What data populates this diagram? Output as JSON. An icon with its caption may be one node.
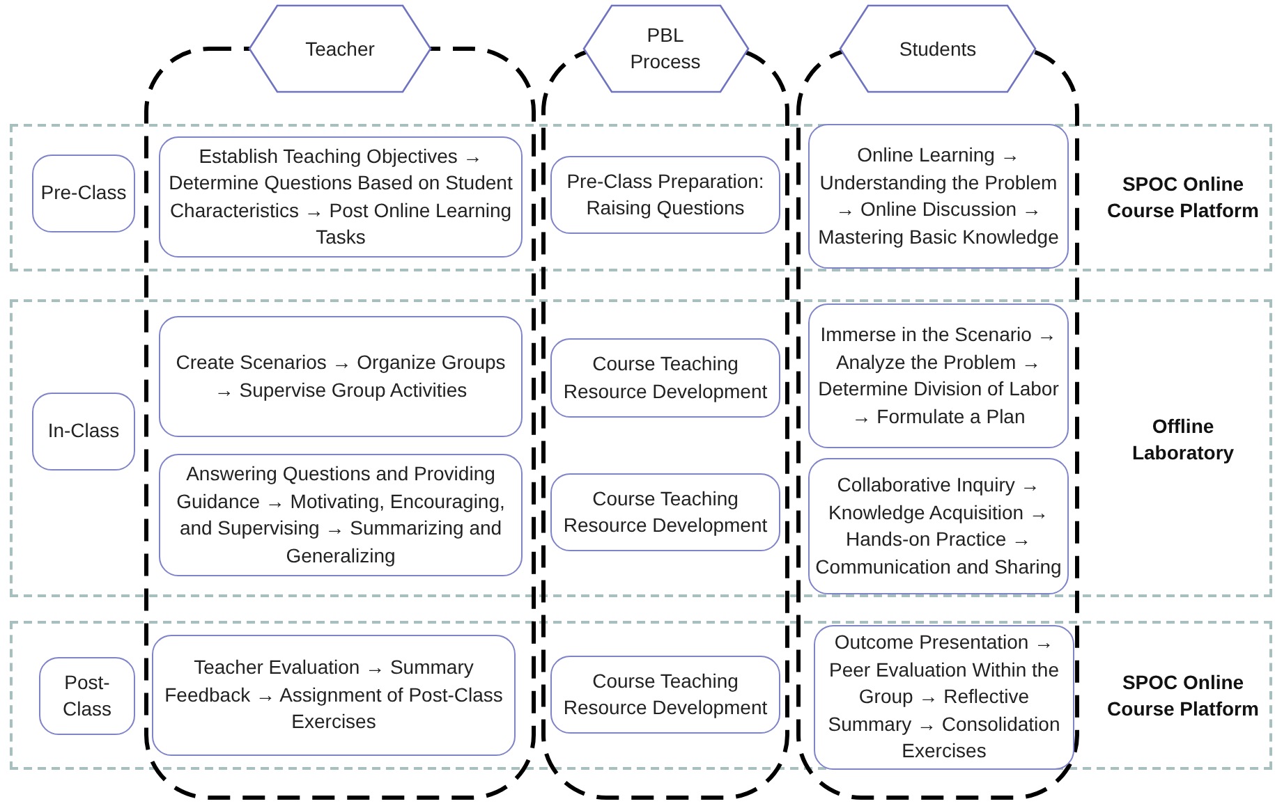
{
  "diagram": {
    "nodes": [
      {
        "text": [
          "Teacher"
        ]
      },
      {
        "text": [
          "PBL Process"
        ]
      },
      {
        "text": [
          "Students"
        ]
      },
      {
        "text": [
          "Pre-Class"
        ]
      },
      {
        "text": [
          "Establish Teaching Objectives → Determine Questions Based on Student Characteristics → Post Online Learning Tasks"
        ],
        "in": 0
      },
      {
        "text": [
          "Pre-Class Preparation: Raising Questions"
        ],
        "in": 1
      },
      {
        "text": [
          "Online Learning → Understanding the Problem → Online Discussion → Mastering Basic Knowledge"
        ],
        "in": 2
      },
      {
        "text": [
          "In-Class"
        ]
      },
      {
        "text": [
          "Create Scenarios → Organize Groups → Supervise Group Activities"
        ],
        "in": 0
      },
      {
        "text": [
          "Course Teaching Resource Development"
        ],
        "in": 1
      },
      {
        "text": [
          "Immerse in the Scenario → Analyze the Problem → Determine Division of Labor → Formulate a Plan"
        ],
        "in": 2
      },
      {
        "text": [
          "Answering Questions and Providing Guidance → Motivating, Encouraging, and Supervising → Summarizing and Generalizing"
        ],
        "in": 0
      },
      {
        "text": [
          "Course Teaching Resource Development"
        ],
        "in": 1
      },
      {
        "text": [
          "Collaborative Inquiry → Knowledge Acquisition → Hands-on Practice → Communication and Sharing"
        ],
        "in": 2
      },
      {
        "text": [
          "Post-Class"
        ]
      },
      {
        "text": [
          "Teacher Evaluation → Summary Feedback → Assignment of Post-Class Exercises"
        ],
        "in": 0
      },
      {
        "text": [
          "Course Teaching Resource Development"
        ],
        "in": 1
      },
      {
        "text": [
          "Outcome Presentation → Peer Evaluation Within the Group → Reflective Summary → Consolidation Exercises"
        ],
        "in": 2
      }
    ],
    "labels": [
      "SPOC Online Course Platform",
      "Offline Laboratory",
      "SPOC Online Course Platform"
    ]
  }
}
